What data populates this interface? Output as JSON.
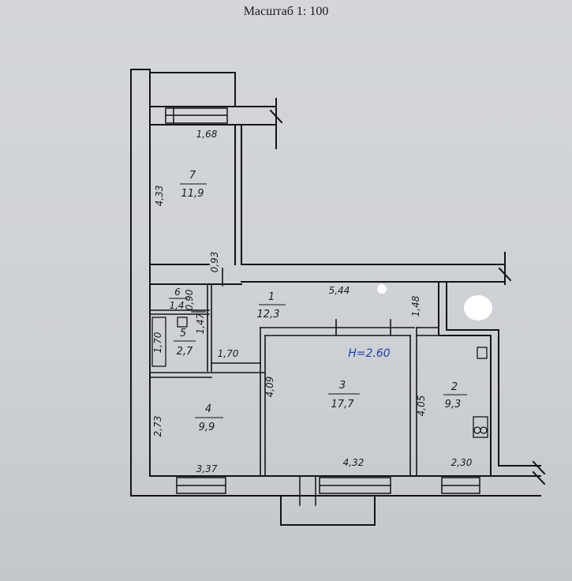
{
  "title": "Масштаб 1: 100",
  "ceiling_height": "H=2.60",
  "rooms": [
    {
      "id": "room-1",
      "number": "1",
      "area": "12,3"
    },
    {
      "id": "room-2",
      "number": "2",
      "area": "9,3"
    },
    {
      "id": "room-3",
      "number": "3",
      "area": "17,7"
    },
    {
      "id": "room-4",
      "number": "4",
      "area": "9,9"
    },
    {
      "id": "room-5",
      "number": "5",
      "area": "2,7"
    },
    {
      "id": "room-6",
      "number": "6",
      "area": "1,4"
    },
    {
      "id": "room-7",
      "number": "7",
      "area": "11,9"
    }
  ],
  "dimensions": {
    "balcony_width": "1,68",
    "room7_height": "4,33",
    "passage_width": "0,93",
    "hall_length": "5,44",
    "hall_depth": "1,48",
    "closet6_width": "0,90",
    "bath_depth": "1,47",
    "bath_length": "1,70",
    "bath_width": "1,70",
    "room3_depth": "4,09",
    "room2_depth": "4,05",
    "room4_depth": "2,73",
    "room4_width": "3,37",
    "room3_width": "4,32",
    "room2_width": "2,30"
  }
}
